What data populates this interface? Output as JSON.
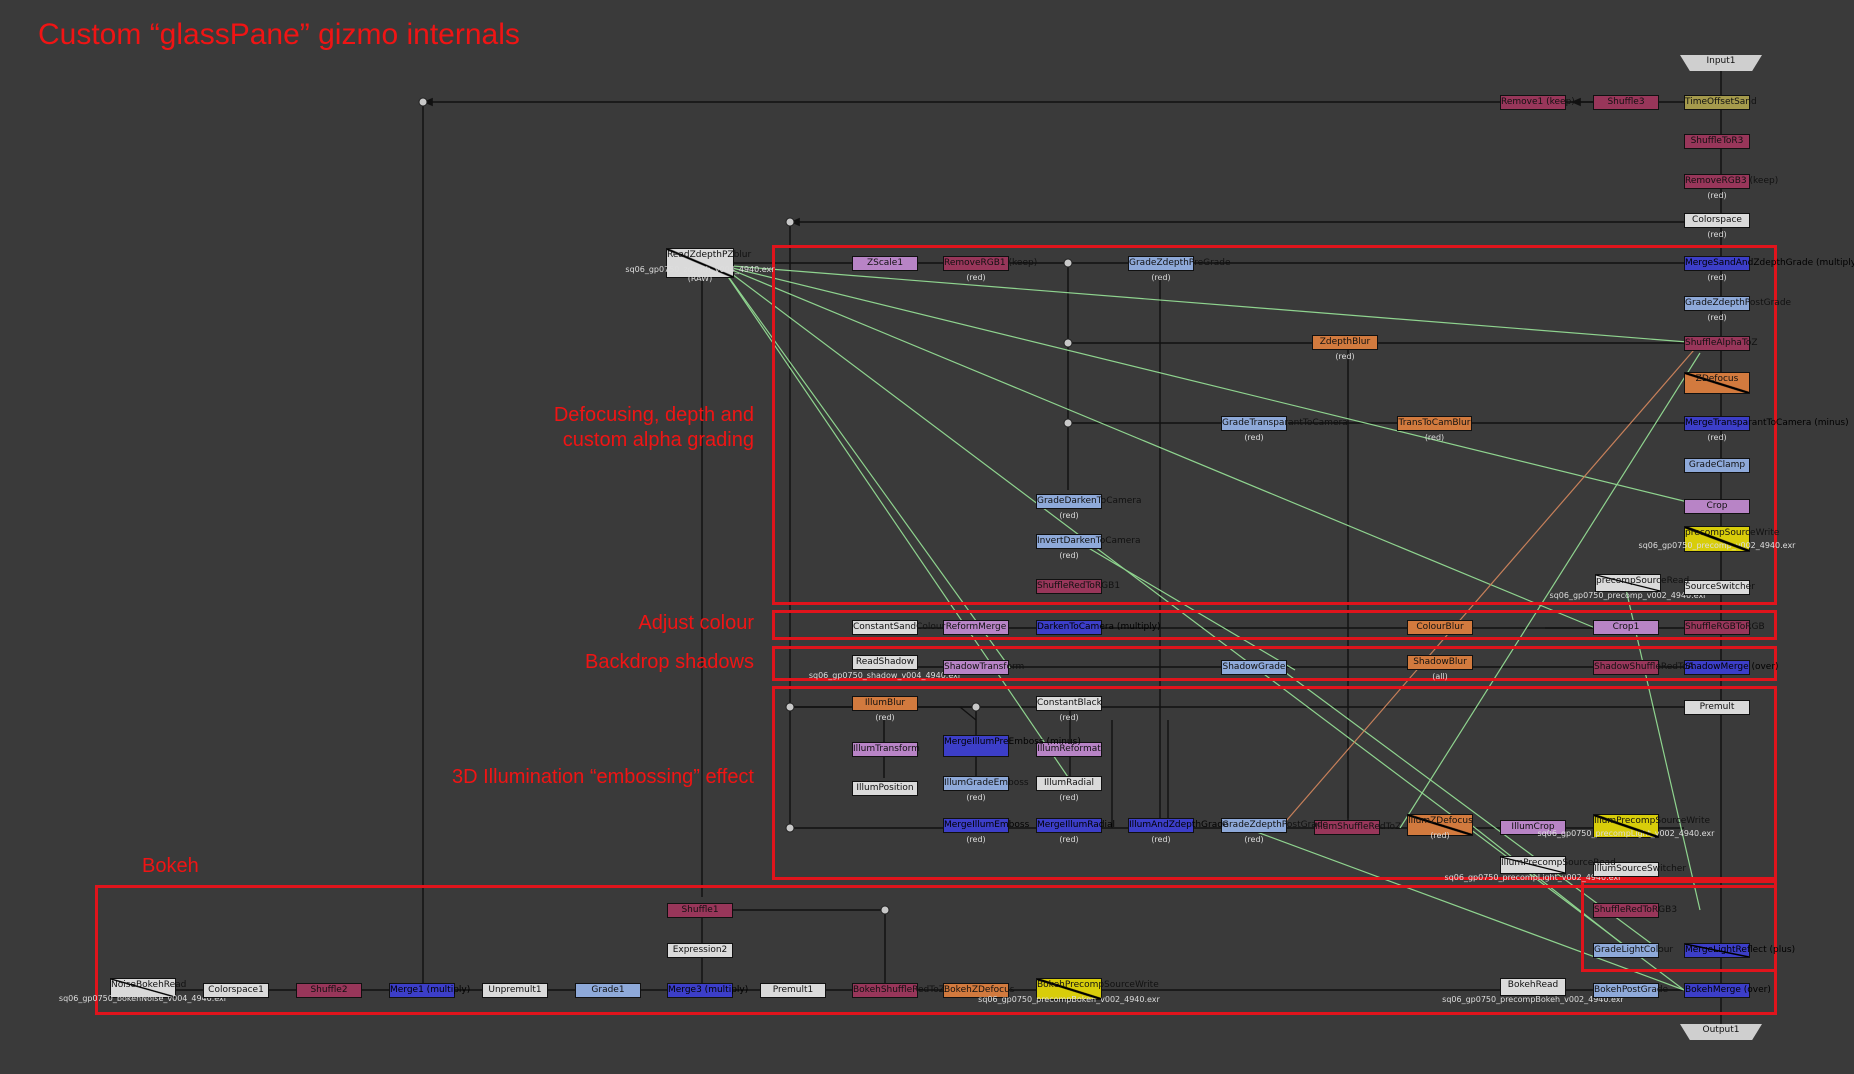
{
  "title": "Custom “glassPane” gizmo internals",
  "group_labels": {
    "defocus": "Defocusing, depth and\ncustom alpha grading",
    "adjust": "Adjust colour",
    "shadows": "Backdrop shadows",
    "illum": "3D Illumination “embossing” effect",
    "bokeh": "Bokeh"
  },
  "nodes": {
    "input1": "Input1",
    "output1": "Output1",
    "timeoffset": "TimeOffsetSand",
    "shuffle3": "Shuffle3",
    "remove1": "Remove1 (keep)",
    "shuffletor3": "ShuffleToR3",
    "removergb3": "RemoveRGB3 (keep)",
    "colorspace": "Colorspace",
    "readzdepth": "ReadZdepthPZblur",
    "readzdepth_file": "sq06_gp0750_zdepth_v004_4940.exr",
    "zscale1": "ZScale1",
    "removergb1": "RemoveRGB1 (keep)",
    "gradezdepthpre": "GradeZdepthPreGrade",
    "mergesand": "MergeSandAndZdepthGrade (multiply)",
    "gradezdepthpost": "GradeZdepthPostGrade",
    "zdepthblur": "ZdepthBlur",
    "shufflealpha": "ShuffleAlphaToZ",
    "zdefocus": "ZDefocus",
    "gradetransparent": "GradeTransparantToCamera",
    "transtocamblur": "TransToCamBlur",
    "mergetransparent": "MergeTransparantToCamera (minus)",
    "gradeclamp": "GradeClamp",
    "crop": "Crop",
    "precompsourcewrite": "precompSourceWrite",
    "precompsourcewrite_file": "sq06_gp0750_precomp_v002_4940.exr",
    "gradedarken": "GradeDarkenToCamera",
    "invertdarken": "InvertDarkenToCamera",
    "shuffleredtorgb1": "ShuffleRedToRGB1",
    "precompsourceread": "precompSourceRead",
    "precompsourceread_file": "sq06_gp0750_precomp_v002_4940.exr",
    "sourceswitcher": "SourceSwitcher",
    "constantsand": "ConstantSandColour",
    "reformerge": "ReformMerge",
    "darkentocamera": "DarkenToCamera (multiply)",
    "colourblur": "ColourBlur",
    "crop1": "Crop1",
    "shufflergbtorgb": "ShuffleRGBToRGB",
    "readshadow": "ReadShadow",
    "readshadow_file": "sq06_gp0750_shadow_v004_4940.exr",
    "shadowtransform": "ShadowTransform",
    "shadowgrade": "ShadowGrade",
    "shadowblur": "ShadowBlur",
    "shadowshufflered": "ShadowShuffleRedToA",
    "shadowmerge": "ShadowMerge (over)",
    "premult": "Premult",
    "illumblur": "IllumBlur",
    "constantblack": "ConstantBlack",
    "illumtransform": "IllumTransform",
    "mergeillumpre": "MergeIllumPreEmboss (minus)",
    "illumreformat": "IllumReformat",
    "illumposition": "IllumPosition",
    "illumgradeemboss": "IllumGradeEmboss",
    "illumradial": "IllumRadial",
    "mergeillumemboss": "MergeIllumEmboss",
    "mergeillumradial": "MergeIllumRadial",
    "illumandzdepth": "IllumAndZdepthGrade",
    "gradezdepthpost2": "GradeZdepthPostGrade",
    "illumshufflered": "IllumShuffleRedToZ",
    "illumzdefocus": "IllumZDefocus",
    "illumcrop": "IllumCrop",
    "illumprecompwrite": "IllumPrecompSourceWrite",
    "illumprecompwrite_file": "sq06_gp0750_precompLight_v002_4940.exr",
    "illumprecompread": "IllumPrecompSourceRead",
    "illumprecompread_file": "sq06_gp0750_precompLight_v002_4940.exr",
    "illumsourceswitcher": "IllumSourceSwitcher",
    "shuffleredtorgb3": "ShuffleRedToRGB3",
    "gradelightcolour": "GradeLightColour",
    "mergelight": "MergeLightReflect (plus)",
    "shuffle1": "Shuffle1",
    "expression2": "Expression2",
    "noisebokehread": "NoiseBokehRead",
    "noisebokehread_file": "sq06_gp0750_bokehNoise_v004_4940.exr",
    "colorspace1": "Colorspace1",
    "shuffle2": "Shuffle2",
    "merge1": "Merge1 (multiply)",
    "unpremult1": "Unpremult1",
    "grade1": "Grade1",
    "merge3": "Merge3 (multiply)",
    "premult1": "Premult1",
    "bokehshufflered": "BokehShuffleRedToZ",
    "bokehzdefocus": "BokehZDefocus",
    "bokehprecompwrite": "BokehPrecompSourceWrite",
    "bokehprecompwrite_file": "sq06_gp0750_precompBokeh_v002_4940.exr",
    "bokehread": "BokehRead",
    "bokehread_file": "sq06_gp0750_precompBokeh_v002_4940.exr",
    "bokehpostgrade": "BokehPostGrade",
    "bokehmerge": "BokehMerge (over)"
  },
  "channel_labels": {
    "red": "(red)",
    "raw": "(RAW)",
    "all": "(all)"
  },
  "colors": {
    "background": "#3a3a3a",
    "annotation_red": "#f01414",
    "wire_black": "#111111",
    "wire_green": "#8fd48f",
    "wire_orange": "#c7805a",
    "node_magenta": "#98365a",
    "node_pink": "#b884c6",
    "node_blue": "#3c3ec8",
    "node_lightblue": "#8ea9d9",
    "node_orange": "#d27a3e",
    "node_white": "#dadada",
    "node_yellow": "#d8cd0a"
  }
}
